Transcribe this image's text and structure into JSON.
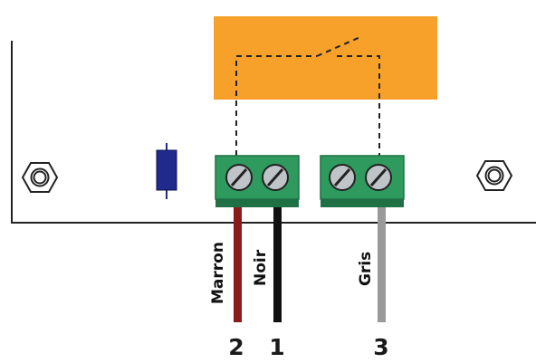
{
  "colors": {
    "relay": "#f7a12a",
    "terminal": "#2f9a5e",
    "terminal_dark": "#1f7045",
    "screw": "#bfc4c8",
    "capacitor": "#1f2a8c",
    "wire_marron": "#8b1a1a",
    "wire_noir": "#111111",
    "wire_gris": "#9a9a9a",
    "board_line": "#222222",
    "dashed": "#222222"
  },
  "wires": [
    {
      "name": "Marron",
      "number": "2",
      "color_key": "wire_marron"
    },
    {
      "name": "Noir",
      "number": "1",
      "color_key": "wire_noir"
    },
    {
      "name": "Gris",
      "number": "3",
      "color_key": "wire_gris"
    }
  ],
  "icons": {
    "mount_left": "hex-nut-icon",
    "mount_right": "hex-nut-icon",
    "component": "capacitor-icon",
    "relay": "relay-contact-icon"
  }
}
